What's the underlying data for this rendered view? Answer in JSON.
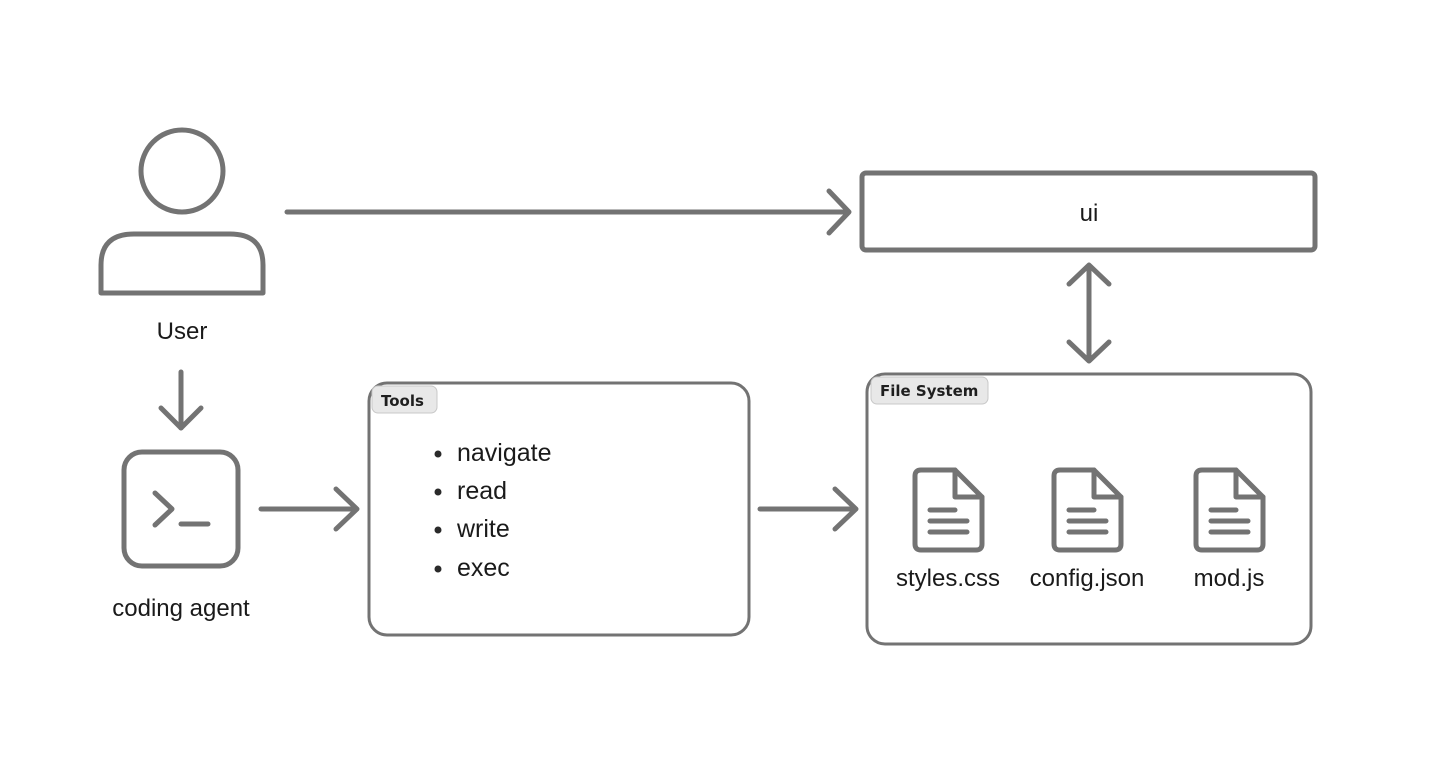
{
  "nodes": {
    "user": {
      "label": "User"
    },
    "agent": {
      "label": "coding agent"
    },
    "ui": {
      "label": "ui"
    }
  },
  "tools": {
    "tag": "Tools",
    "items": [
      "navigate",
      "read",
      "write",
      "exec"
    ]
  },
  "filesystem": {
    "tag": "File System",
    "files": [
      "styles.css",
      "config.json",
      "mod.js"
    ]
  },
  "colors": {
    "stroke": "#737373",
    "tag_background": "#e8e8e8",
    "text": "#1a1a1a"
  }
}
